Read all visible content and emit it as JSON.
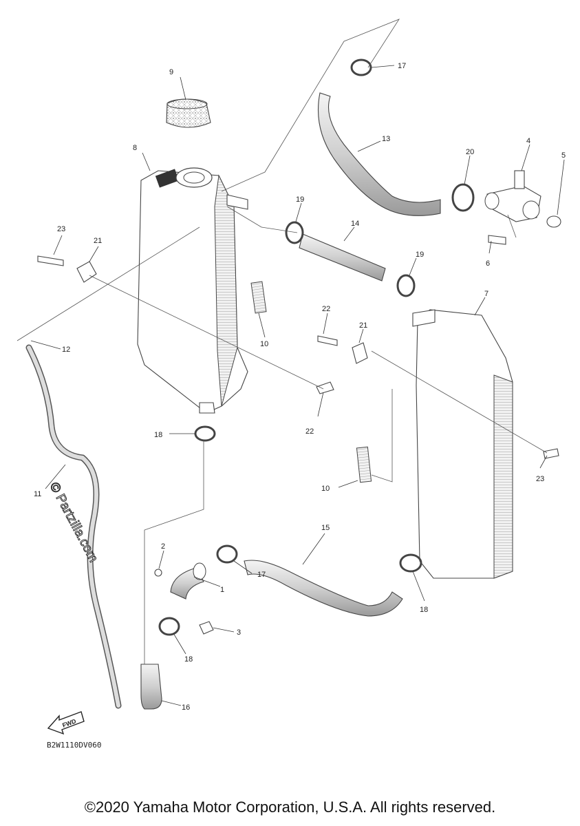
{
  "diagram": {
    "drawing_code": "B2W1110DV060",
    "fwd_label": "FWD",
    "watermark": "© Partzilla.com",
    "callouts": {
      "c1": "1",
      "c2": "2",
      "c3": "3",
      "c4": "4",
      "c5": "5",
      "c6": "6",
      "c7": "7",
      "c8": "8",
      "c9": "9",
      "c10a": "10",
      "c10b": "10",
      "c11": "11",
      "c12": "12",
      "c13": "13",
      "c14": "14",
      "c15": "15",
      "c16": "16",
      "c17a": "17",
      "c17b": "17",
      "c18a": "18",
      "c18b": "18",
      "c18c": "18",
      "c19a": "19",
      "c19b": "19",
      "c20": "20",
      "c21a": "21",
      "c21b": "21",
      "c22a": "22",
      "c22b": "22",
      "c23a": "23",
      "c23b": "23"
    }
  },
  "footer": {
    "copyright": "©2020 Yamaha Motor Corporation, U.S.A. All rights reserved."
  }
}
